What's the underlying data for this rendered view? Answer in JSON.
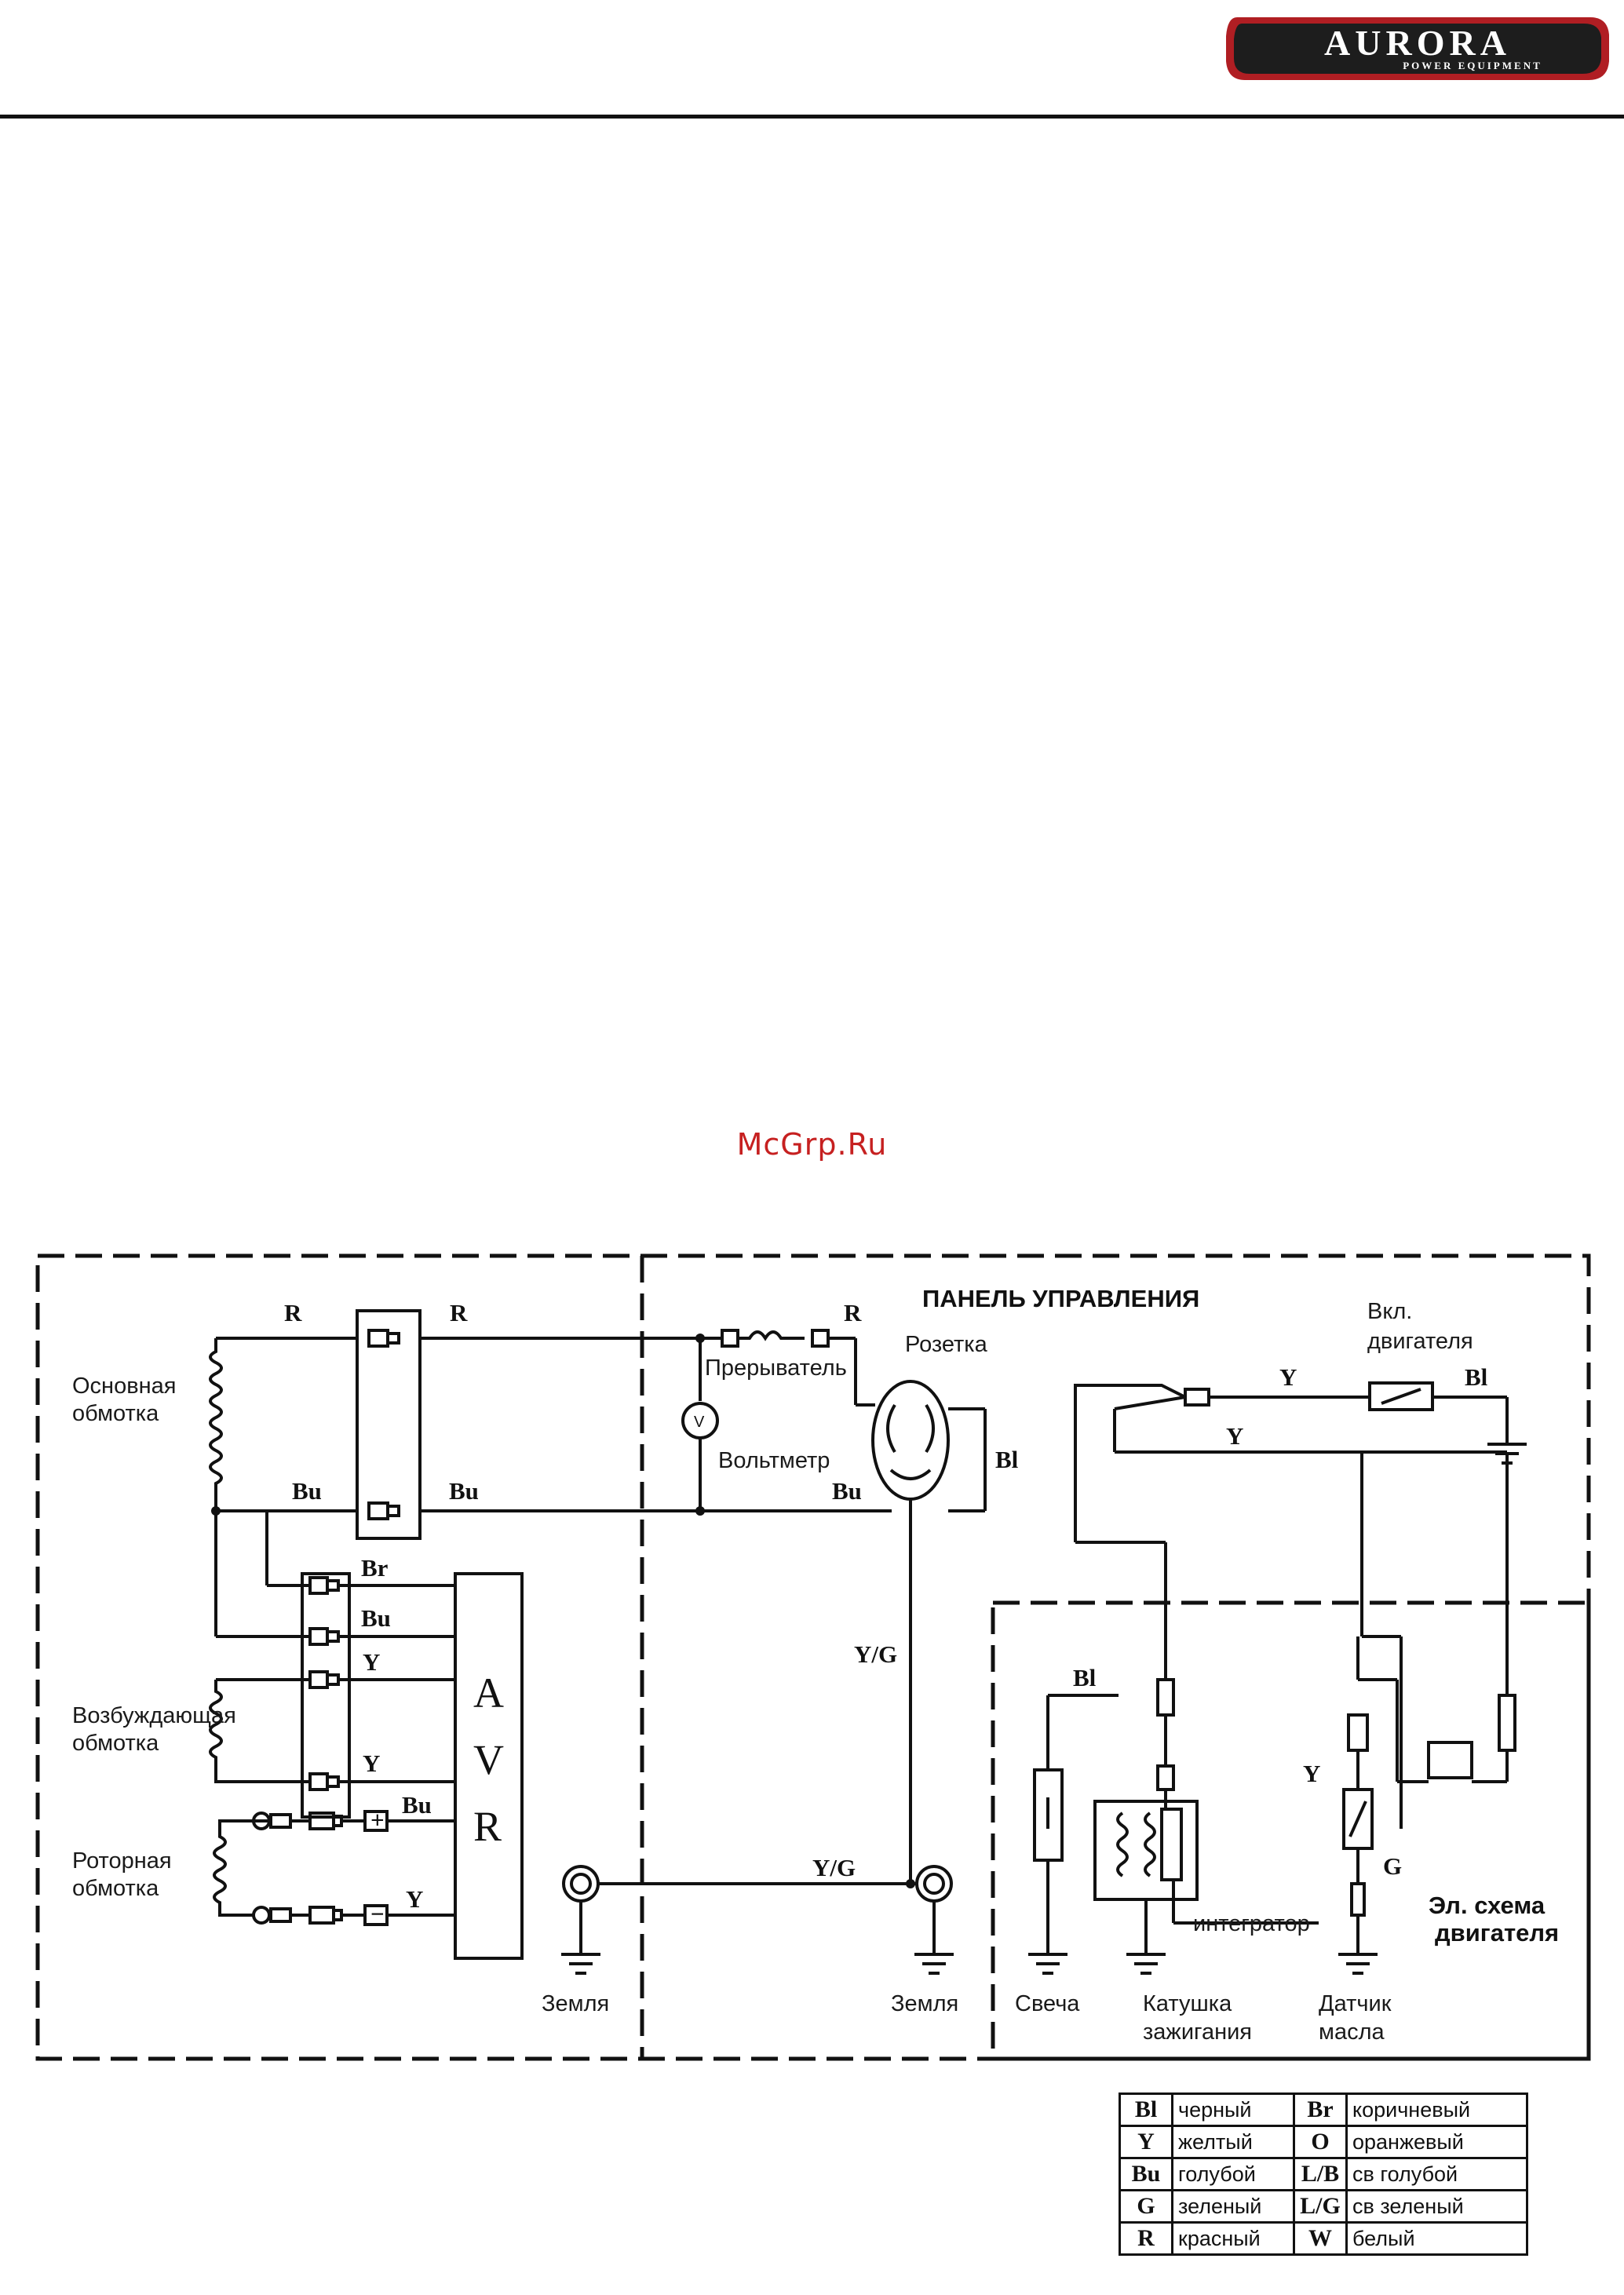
{
  "header": {
    "logo_text": "AURORA",
    "logo_subtext": "POWER EQUIPMENT",
    "logo_colors": {
      "badge": "#b01e23",
      "body": "#1d1d1d",
      "text": "#ffffff"
    }
  },
  "watermark": "McGrp.Ru",
  "diagram": {
    "panel_title": "ПАНЕЛЬ УПРАВЛЕНИЯ",
    "engine_title_line1": "Эл. схема",
    "engine_title_line2": "двигателя",
    "components": {
      "main_winding_1": "Основная",
      "main_winding_2": "обмотка",
      "excitation_winding_1": "Возбуждающая",
      "excitation_winding_2": "обмотка",
      "rotor_winding_1": "Роторная",
      "rotor_winding_2": "обмотка",
      "avr_a": "A",
      "avr_v": "V",
      "avr_r": "R",
      "ground_left": "Земля",
      "ground_mid": "Земля",
      "breaker": "Прерыватель",
      "voltmeter": "Вольтметр",
      "voltmeter_symbol": "V",
      "socket": "Розетка",
      "engine_switch_1": "Вкл.",
      "engine_switch_2": "двигателя",
      "spark_plug": "Свеча",
      "ignition_coil_1": "Катушка",
      "ignition_coil_2": "зажигания",
      "integrator": "интегратор",
      "oil_sensor_1": "Датчик",
      "oil_sensor_2": "масла"
    },
    "wire_labels": {
      "r_left": "R",
      "r_mid": "R",
      "r_breaker": "R",
      "bu_left": "Bu",
      "bu_mid": "Bu",
      "bu_socket": "Bu",
      "br_avr": "Br",
      "bu_avr": "Bu",
      "y_avr_1": "Y",
      "y_avr_2": "Y",
      "bu_rotor": "Bu",
      "y_rotor": "Y",
      "bl_socket": "Bl",
      "yg_vertical": "Y/G",
      "yg_horizontal": "Y/G",
      "y_switch": "Y",
      "y_switch_lower": "Y",
      "bl_switch": "Bl",
      "bl_spark": "Bl",
      "y_oil": "Y",
      "g_oil": "G",
      "plus": "+",
      "minus": "−"
    }
  },
  "legend": [
    {
      "code1": "Bl",
      "name1": "черный",
      "code2": "Br",
      "name2": "коричневый"
    },
    {
      "code1": "Y",
      "name1": "желтый",
      "code2": "O",
      "name2": "оранжевый"
    },
    {
      "code1": "Bu",
      "name1": "голубой",
      "code2": "L/B",
      "name2": "св голубой"
    },
    {
      "code1": "G",
      "name1": "зеленый",
      "code2": "L/G",
      "name2": "св зеленый"
    },
    {
      "code1": "R",
      "name1": "красный",
      "code2": "W",
      "name2": "белый"
    }
  ]
}
